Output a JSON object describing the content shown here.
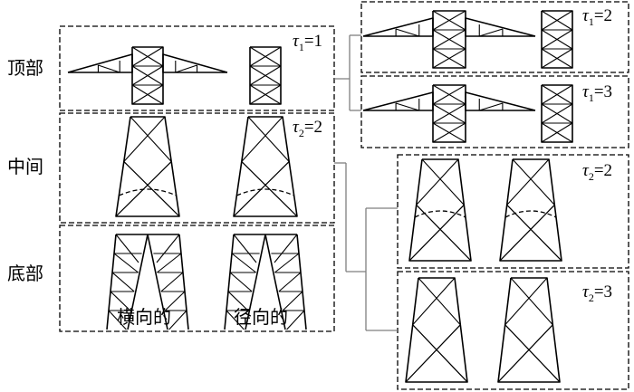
{
  "regions": {
    "top": "顶部",
    "middle": "中间",
    "bottom": "底部"
  },
  "captions": {
    "transverse": "横向的",
    "radial": "径向的"
  },
  "tau_labels": {
    "left_top": {
      "sym": "τ",
      "sub": "1",
      "val": "=1"
    },
    "left_mid": {
      "sym": "τ",
      "sub": "2",
      "val": "=2"
    },
    "right_top1": {
      "sym": "τ",
      "sub": "1",
      "val": "=2"
    },
    "right_top2": {
      "sym": "τ",
      "sub": "1",
      "val": "=3"
    },
    "right_mid1": {
      "sym": "τ",
      "sub": "2",
      "val": "=2"
    },
    "right_mid2": {
      "sym": "τ",
      "sub": "2",
      "val": "=3"
    }
  }
}
